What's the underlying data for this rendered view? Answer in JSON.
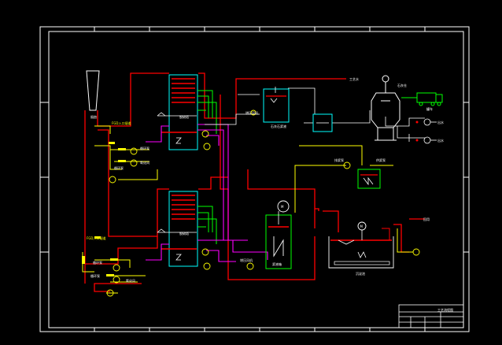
{
  "drawing": {
    "colors": {
      "background": "#000000",
      "frame": "#ffffff",
      "red_line": "#ff0000",
      "magenta_line": "#ff00ff",
      "yellow_line": "#ffff00",
      "cyan_line": "#00ffff",
      "green_line": "#00ff00"
    },
    "labels": {
      "stack": "烟囱",
      "upper_tower": "脱硫塔",
      "lower_tower": "脱硫塔",
      "upper_pump_left": "循环泵",
      "upper_pump_mid": "循环泵",
      "upper_pump_right": "氧化风",
      "lower_pump_left": "循环泵",
      "lower_pump_mid": "循环泵",
      "lower_pump_right": "氧化风",
      "limestone_tank": "石灰石浆液",
      "lime_silo": "石灰仓",
      "truck": "罐车",
      "slurry_tank": "浆液箱",
      "mixer": "M",
      "clarifier": "沉淀池",
      "dewater_pump": "排浆泵",
      "fan_upper": "增压风机",
      "fan_lower": "增压风机",
      "header_top": "工艺水",
      "right_out_1": "出水",
      "right_out_2": "出水",
      "clarifier_out": "回用",
      "clarifier_motor": "M",
      "feed_pump": "供浆泵",
      "flue_in_upper": "FGD入口烟道",
      "flue_in_lower": "FGD入口烟道",
      "title_block": "工艺流程图"
    }
  }
}
